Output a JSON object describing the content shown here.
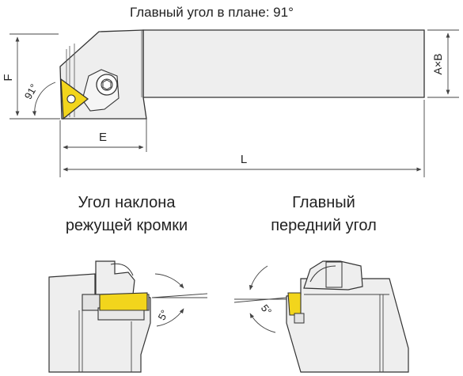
{
  "header": {
    "title": "Главный угол в плане: 91°"
  },
  "dimensions": {
    "F": "F",
    "AxB": "A×B",
    "E": "E",
    "L": "L",
    "approach_angle": "91°",
    "inclination_angle": "5°",
    "rake_angle": "5°"
  },
  "captions": {
    "left_line1": "Угол наклона",
    "left_line2": "режущей кромки",
    "right_line1": "Главный",
    "right_line2": "передний угол"
  },
  "colors": {
    "insert": "#f2d51c",
    "body_fill": "#eeeeee",
    "outline": "#333333",
    "dimension": "#444444"
  }
}
